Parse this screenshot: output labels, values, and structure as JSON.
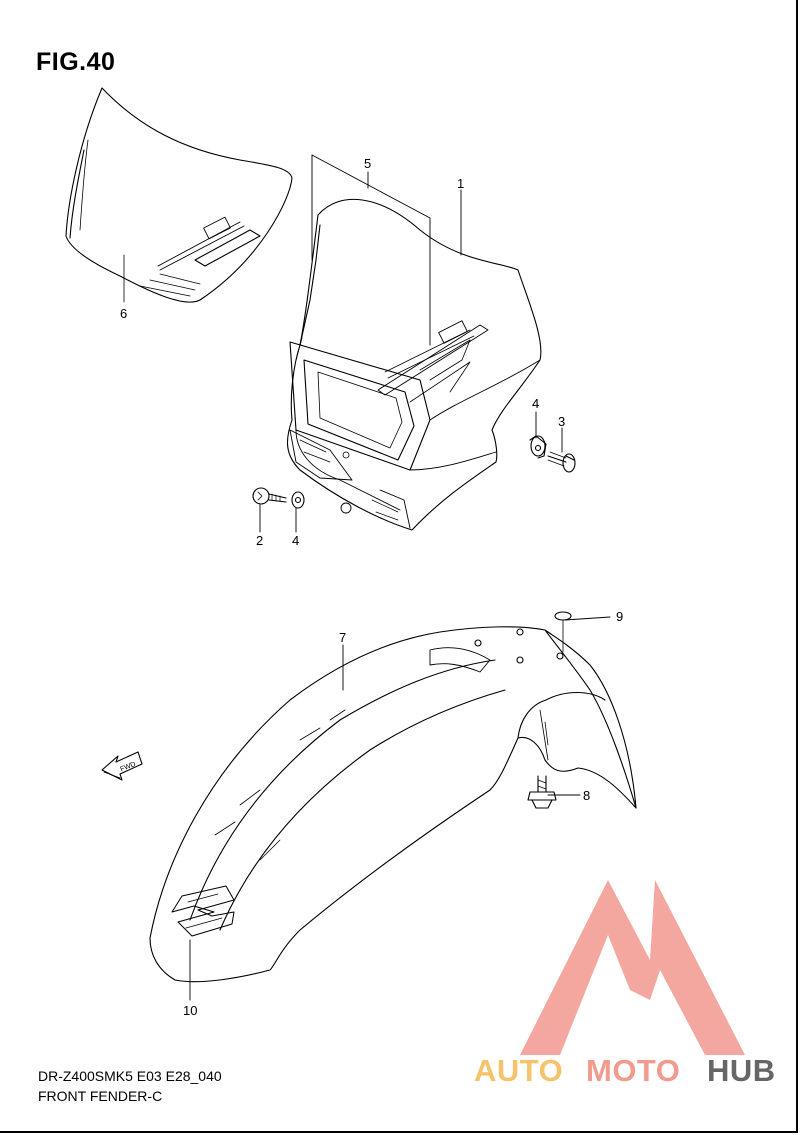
{
  "figure": {
    "title": "FIG.40",
    "footer_code": "DR-Z400SMK5 E03 E28_040",
    "footer_name": "FRONT FENDER-C"
  },
  "callouts": [
    "1",
    "2",
    "3",
    "4",
    "4",
    "5",
    "6",
    "7",
    "8",
    "9",
    "10"
  ],
  "decals": {
    "fwd_arrow": "FWD"
  },
  "watermark": {
    "part1": "AUTO",
    "part2": "MOTO",
    "part3": "HUB",
    "colors": {
      "auto": "#f6c36d",
      "moto": "#f19a8e",
      "hub": "#666666",
      "logo": "#f08a80"
    }
  }
}
